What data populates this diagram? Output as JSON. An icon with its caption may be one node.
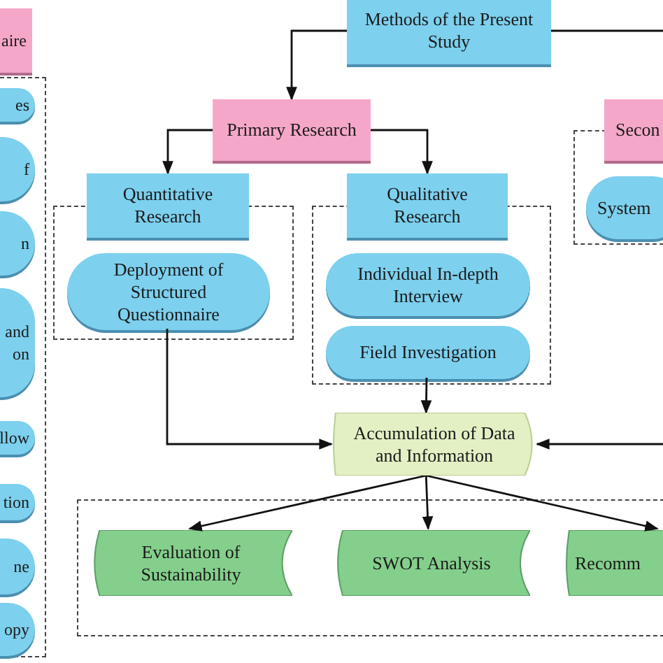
{
  "diagram": {
    "nodes": [
      {
        "text": [
          "Methods of the Present Study"
        ]
      },
      {
        "text": [
          "aire"
        ]
      },
      {
        "text": [],
        "shape": "box"
      },
      {
        "text": [
          "es"
        ],
        "in": 2
      },
      {
        "text": [
          "f"
        ],
        "in": 2
      },
      {
        "text": [
          "n"
        ],
        "in": 2
      },
      {
        "text": [
          "and on"
        ],
        "in": 2
      },
      {
        "text": [
          "llow"
        ],
        "in": 2
      },
      {
        "text": [
          "tion"
        ],
        "in": 2
      },
      {
        "text": [
          "ne"
        ],
        "in": 2
      },
      {
        "text": [
          "opy"
        ],
        "in": 2
      },
      {
        "text": [
          "Primary Research"
        ]
      },
      {
        "text": [],
        "shape": "box"
      },
      {
        "text": [
          "Quantitative Research"
        ]
      },
      {
        "text": [
          "Deployment of Structured Questionnaire"
        ],
        "in": 12
      },
      {
        "text": [],
        "shape": "box"
      },
      {
        "text": [
          "Qualitative Research"
        ]
      },
      {
        "text": [
          "Individual In-depth Interview"
        ],
        "in": 15
      },
      {
        "text": [
          "Field Investigation"
        ],
        "in": 15
      },
      {
        "text": [],
        "shape": "box"
      },
      {
        "text": [
          "Secon"
        ]
      },
      {
        "text": [
          "System"
        ],
        "in": 19
      },
      {
        "text": [
          "Accumulation of Data and Information"
        ]
      },
      {
        "text": [],
        "shape": "box"
      },
      {
        "text": [
          "Evaluation of Sustainability"
        ],
        "in": 23
      },
      {
        "text": [
          "SWOT Analysis"
        ],
        "in": 23
      },
      {
        "text": [
          "Recomm"
        ],
        "in": 23
      }
    ],
    "edges": [
      {
        "from": 0,
        "to": 11,
        "arrow": "to"
      },
      {
        "from": 0,
        "to": null,
        "arrow": "none"
      },
      {
        "from": 11,
        "to": 13,
        "arrow": "to"
      },
      {
        "from": 11,
        "to": 16,
        "arrow": "to"
      },
      {
        "from": 14,
        "to": 22,
        "arrow": "to"
      },
      {
        "from": 18,
        "to": 22,
        "arrow": "to"
      },
      {
        "from": null,
        "to": 22,
        "arrow": "to"
      },
      {
        "from": 22,
        "to": 24,
        "arrow": "to"
      },
      {
        "from": 22,
        "to": 25,
        "arrow": "to"
      },
      {
        "from": 22,
        "to": 26,
        "arrow": "to"
      }
    ]
  }
}
